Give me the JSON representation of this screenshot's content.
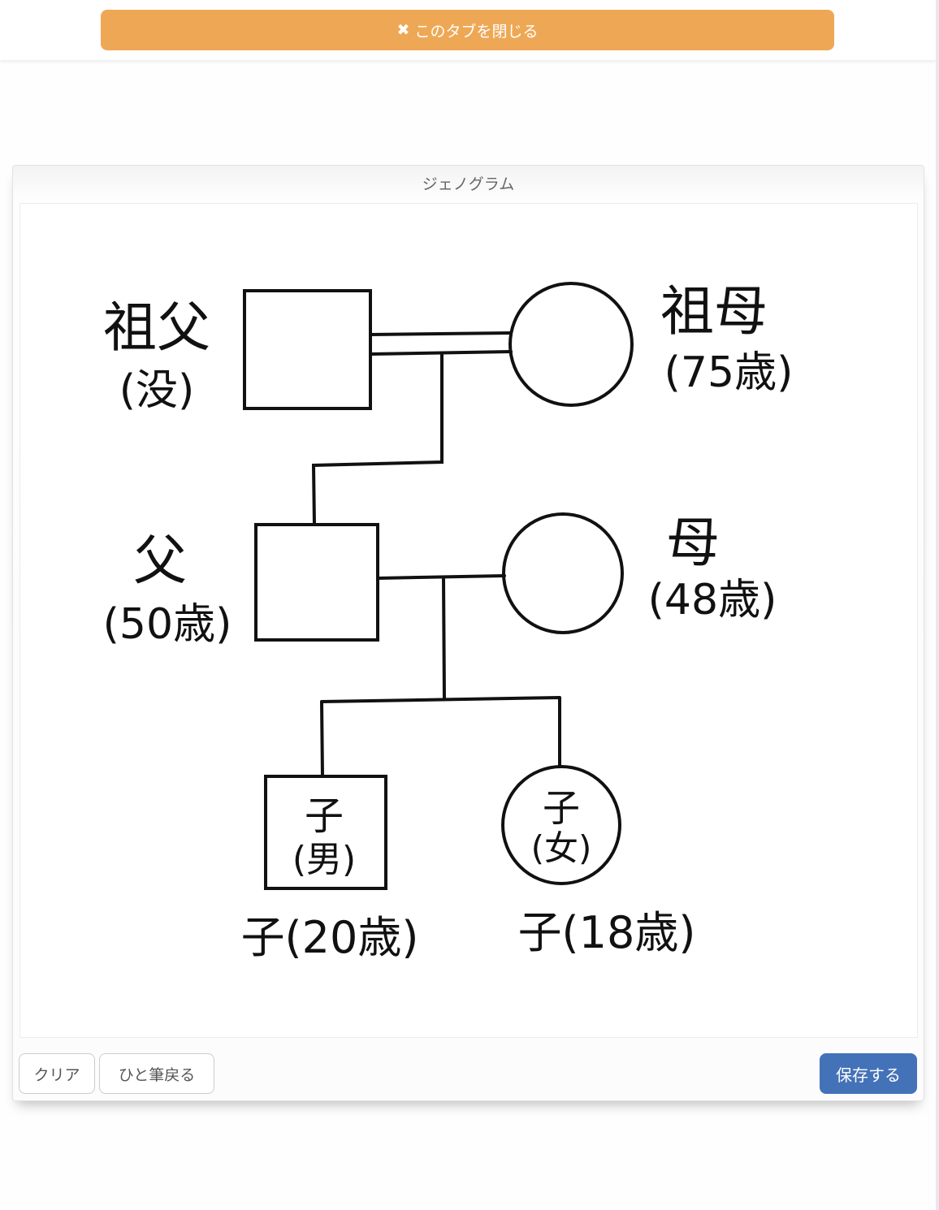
{
  "topbar": {
    "close_icon": "times-icon",
    "close_glyph": "✖",
    "close_label": "このタブを閉じる"
  },
  "panel": {
    "title": "ジェノグラム",
    "genogram": {
      "grandfather": {
        "name": "祖父",
        "note": "(没)"
      },
      "grandmother": {
        "name": "祖母",
        "note": "(75歳)"
      },
      "father": {
        "name": "父",
        "note": "(50歳)"
      },
      "mother": {
        "name": "母",
        "note": "(48歳)"
      },
      "son": {
        "inner_top": "子",
        "inner_bottom": "(男)",
        "label": "子(20歳)"
      },
      "daughter": {
        "inner_top": "子",
        "inner_bottom": "(女)",
        "label": "子(18歳)"
      }
    },
    "buttons": {
      "clear": "クリア",
      "undo": "ひと筆戻る",
      "save": "保存する"
    }
  },
  "colors": {
    "close": "#eea855",
    "save": "#4472b8"
  }
}
